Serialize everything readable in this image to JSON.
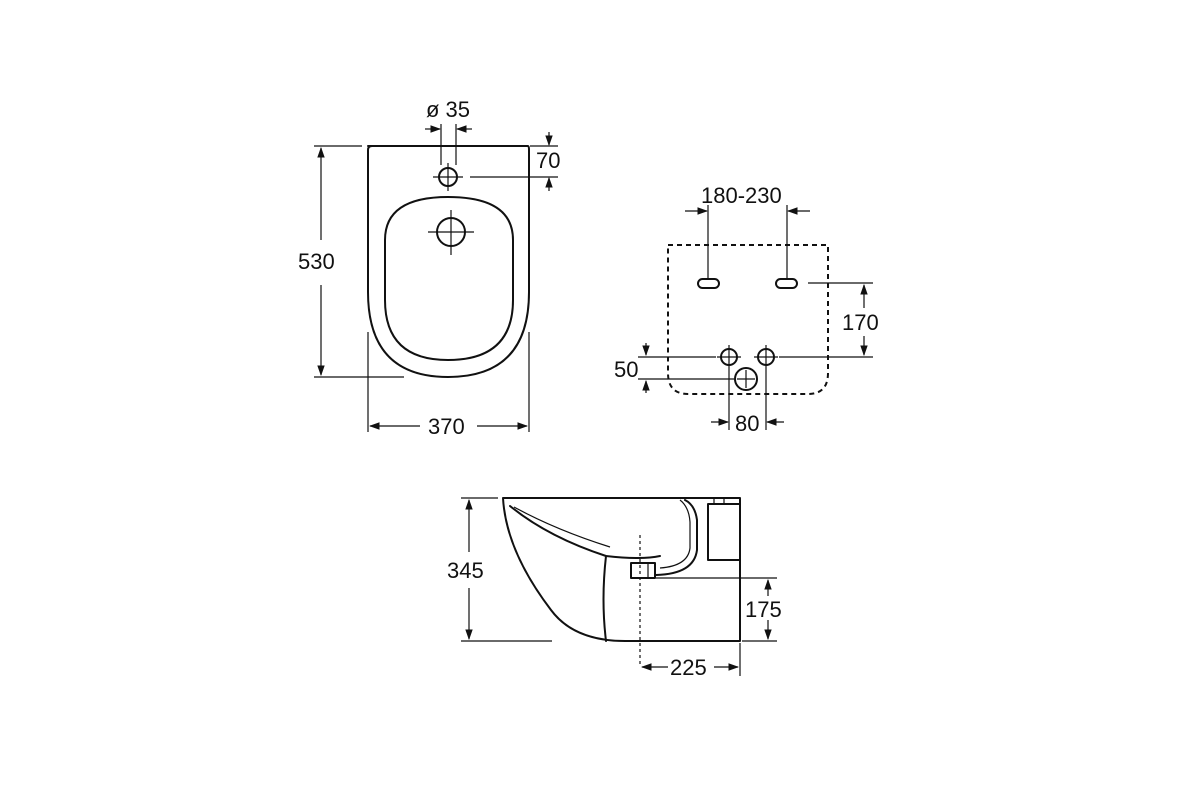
{
  "top_view": {
    "hole_diameter_label": "ø 35",
    "hole_offset_label": "70",
    "height_label": "530",
    "width_label": "370"
  },
  "rear_view": {
    "bolt_spacing_label": "180-230",
    "bolt_height_label": "170",
    "inlet_offset_label": "50",
    "inlet_spacing_label": "80"
  },
  "side_view": {
    "height_label": "345",
    "outlet_height_label": "175",
    "outlet_depth_label": "225"
  }
}
